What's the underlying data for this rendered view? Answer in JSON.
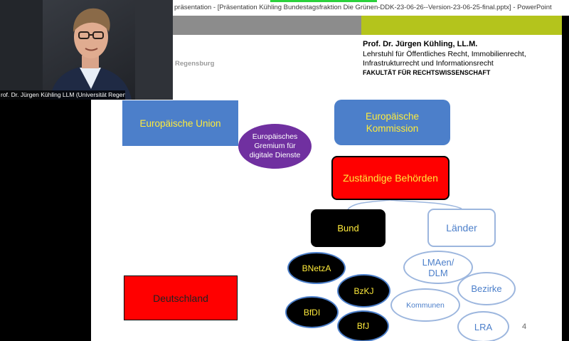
{
  "window": {
    "title": "präsentation - [Präsentation Kühling Bundestagsfraktion Die Grünen-DDK-23-06-26--Version-23-06-25-final.pptx] - PowerPoint"
  },
  "video": {
    "participant_name": "rof. Dr. Jürgen Kühling LLM (Universität Regensburg)"
  },
  "slide": {
    "university_partial": "Regensburg",
    "header": {
      "name": "Prof. Dr. Jürgen Kühling, LL.M.",
      "chair_line1": "Lehrstuhl für Öffentliches Recht, Immobilienrecht,",
      "chair_line2": "Infrastrukturrecht und Informationsrecht",
      "faculty": "FAKULTÄT FÜR RECHTSWISSENSCHAFT"
    },
    "nodes": {
      "eu": "Europäische Union",
      "commission": "Europäische Kommission",
      "gremium": "Europäisches Gremium für digitale Dienste",
      "behoerden": "Zuständige Behörden",
      "bund": "Bund",
      "laender": "Länder",
      "deutschland": "Deutschland",
      "bnetza": "BNetzA",
      "bzkj": "BzKJ",
      "bfdi": "BfDI",
      "bfj": "BfJ",
      "lmaen": "LMAen/ DLM",
      "bezirke": "Bezirke",
      "kommunen": "Kommunen",
      "lra": "LRA"
    },
    "page_number": "4"
  },
  "colors": {
    "blue": "#4c7fca",
    "yellow_text": "#ffeb3b",
    "red": "#ff0000",
    "purple": "#7030a0",
    "lime": "#b4c41c"
  }
}
